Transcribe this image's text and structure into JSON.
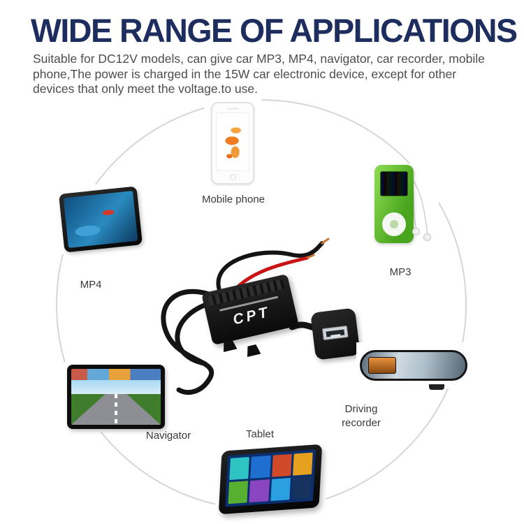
{
  "header": {
    "title": "WIDE RANGE OF APPLICATIONS",
    "description": "Suitable for DC12V models, can give car MP3, MP4, navigator, car recorder, mobile phone,The power is charged in the 15W car electronic device, except for other devices that only meet the voltage.to use."
  },
  "diagram": {
    "labels": {
      "mobile_phone": "Mobile phone",
      "mp4": "MP4",
      "mp3": "MP3",
      "driving_recorder": "Driving\nrecorder",
      "navigator": "Navigator",
      "tablet": "Tablet"
    },
    "converter": {
      "brand": "CPT"
    }
  },
  "colors": {
    "title": "#1d2d5e",
    "body_text": "#4d4d4d",
    "circle": "#d6d6d6",
    "wire_red": "#c81414",
    "wire_black": "#141414",
    "mp3_green": "#5cb82e",
    "tablet_tiles": [
      "#2ec4c4",
      "#1e6fd0",
      "#d04a2a",
      "#e6a21e",
      "#58b030",
      "#8a46c0",
      "#2aa0e0",
      "#16325e"
    ]
  }
}
